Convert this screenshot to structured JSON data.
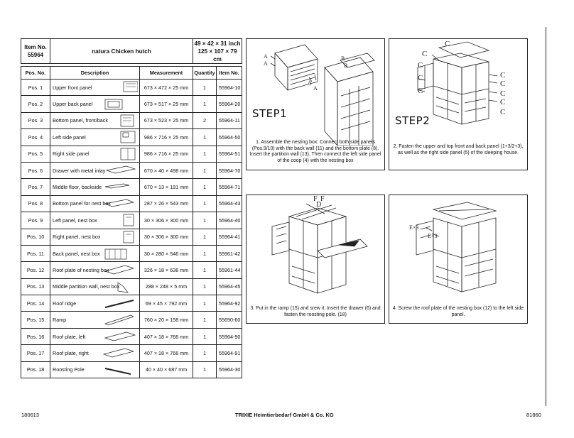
{
  "header": {
    "item_no_label": "Item No.",
    "item_no_value": "55964",
    "product_name": "natura Chicken hutch",
    "dims_inch": "49 × 42 × 31 inch",
    "dims_cm": "125 × 107 × 79 cm"
  },
  "columns": [
    "Pos. No.",
    "Description",
    "Measurement",
    "Quantity",
    "Item No."
  ],
  "rows": [
    {
      "pos": "Pos. 1",
      "desc": "Upper front panel",
      "meas": "673 × 472 × 25 mm",
      "qty": "1",
      "item": "55964-10"
    },
    {
      "pos": "Pos. 2",
      "desc": "Upper back panel",
      "meas": "673 × 517 × 25 mm",
      "qty": "1",
      "item": "55964-20"
    },
    {
      "pos": "Pos. 3",
      "desc": "Bottom panel, front/back",
      "meas": "673 × 523 × 25 mm",
      "qty": "2",
      "item": "55964-11"
    },
    {
      "pos": "Pos. 4",
      "desc": "Left side panel",
      "meas": "986 × 716 × 25 mm",
      "qty": "1",
      "item": "55964-50"
    },
    {
      "pos": "Pos. 5",
      "desc": "Right side panel",
      "meas": "986 × 716 × 25 mm",
      "qty": "1",
      "item": "55964-51"
    },
    {
      "pos": "Pos. 6",
      "desc": "Drawer with metal inlay",
      "meas": "670 × 40 × 498 mm",
      "qty": "1",
      "item": "55964-70"
    },
    {
      "pos": "Pos. 7",
      "desc": "Middle floor, backside",
      "meas": "670 × 13 × 191 mm",
      "qty": "1",
      "item": "55964-71"
    },
    {
      "pos": "Pos. 8",
      "desc": "Bottom panel for nest box",
      "meas": "287 × 26 × 543 mm",
      "qty": "1",
      "item": "55964-43"
    },
    {
      "pos": "Pos. 9",
      "desc": "Left panel, nest box",
      "meas": "30 × 306 × 300 mm",
      "qty": "1",
      "item": "55964-40"
    },
    {
      "pos": "Pos. 10",
      "desc": "Right panel, nest box",
      "meas": "30 × 306 × 300 mm",
      "qty": "1",
      "item": "55964-41"
    },
    {
      "pos": "Pos. 11",
      "desc": "Back panel, nest box",
      "meas": "30 × 280 × 546 mm",
      "qty": "1",
      "item": "55961-42"
    },
    {
      "pos": "Pos. 12",
      "desc": "Roof plate of nesting box",
      "meas": "326 × 18 × 636 mm",
      "qty": "1",
      "item": "55961-44"
    },
    {
      "pos": "Pos. 13",
      "desc": "Middle partition wall, nest box",
      "meas": "288 × 248 × 5 mm",
      "qty": "1",
      "item": "55964-45"
    },
    {
      "pos": "Pos. 14",
      "desc": "Roof ridge",
      "meas": "69 × 45 × 792 mm",
      "qty": "1",
      "item": "55964-92"
    },
    {
      "pos": "Pos. 15",
      "desc": "Ramp",
      "meas": "760 × 20 × 158 mm",
      "qty": "1",
      "item": "55690-60"
    },
    {
      "pos": "Pos. 16",
      "desc": "Roof plate, left",
      "meas": "407 × 18 × 766 mm",
      "qty": "1",
      "item": "55964-90"
    },
    {
      "pos": "Pos. 17",
      "desc": "Roof plate, right",
      "meas": "407 × 18 × 766 mm",
      "qty": "1",
      "item": "55964-91"
    },
    {
      "pos": "Pos. 18",
      "desc": "Roosting Pole",
      "meas": "40 × 40 × 687 mm",
      "qty": "1",
      "item": "55964-30"
    }
  ],
  "steps": [
    {
      "label": "STEP1",
      "caption": "1. Assemble the nesting box: Connect both side panels (Pos.9/10) with the back wall (11) and the bottom plate (8). Insert the partition wall (13). Then connect the left side panel of the coop (4) with the nesting box",
      "letters": [
        "A",
        "A",
        "A",
        "A",
        "B",
        "B"
      ]
    },
    {
      "label": "STEP2",
      "caption": "2. Fasten the upper and top front and back panel (1+3/2+3), as well as the right side panel (5) of the sleeping house.",
      "letters": [
        "C",
        "C",
        "C",
        "C",
        "C",
        "C",
        "C",
        "C",
        "C",
        "C"
      ]
    },
    {
      "label": "",
      "caption": "3. Put in the ramp (15) and srew it. Insert the drawer (6) and fasten the roosting pole. (18)",
      "letters": [
        "F",
        "F",
        "D"
      ]
    },
    {
      "label": "",
      "caption": "4. Screw the roof plate of the nesting box (12) to the left side panel.",
      "letters": [
        "E×3",
        "E×3"
      ]
    }
  ],
  "footer": {
    "left": "180613",
    "center": "TRIXIE Heimtierbedarf GmbH & Co. KG",
    "right": "81860"
  }
}
